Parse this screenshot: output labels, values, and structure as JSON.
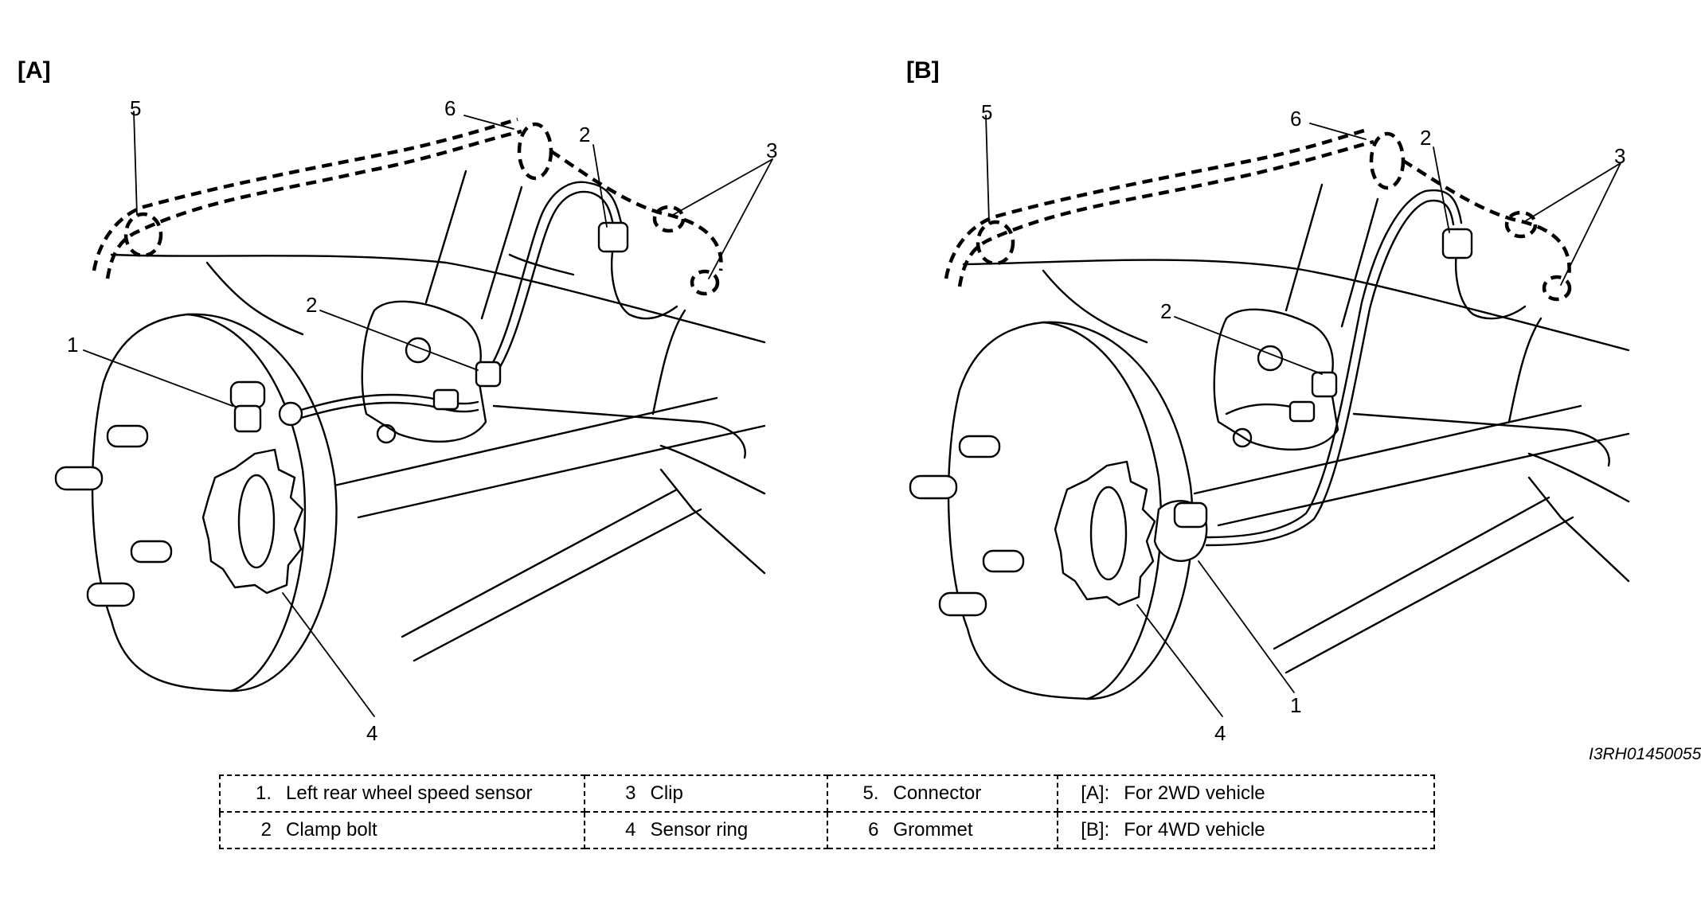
{
  "panels": {
    "a": {
      "label": "[A]"
    },
    "b": {
      "label": "[B]"
    }
  },
  "callouts": {
    "a": {
      "n1": "1",
      "n2a": "2",
      "n2b": "2",
      "n3": "3",
      "n4": "4",
      "n5": "5",
      "n6": "6"
    },
    "b": {
      "n1": "1",
      "n2a": "2",
      "n2b": "2",
      "n3": "3",
      "n4": "4",
      "n5": "5",
      "n6": "6"
    }
  },
  "figure_code": "I3RH01450055",
  "legend": {
    "row1": [
      {
        "num": "1.",
        "text": "Left rear wheel speed sensor"
      },
      {
        "num": "3",
        "text": "Clip"
      },
      {
        "num": "5.",
        "text": "Connector"
      },
      {
        "num": "[A]:",
        "text": "For 2WD vehicle"
      }
    ],
    "row2": [
      {
        "num": "2",
        "text": "Clamp bolt"
      },
      {
        "num": "4",
        "text": "Sensor ring"
      },
      {
        "num": "6",
        "text": "Grommet"
      },
      {
        "num": "[B]:",
        "text": "For 4WD vehicle"
      }
    ]
  }
}
